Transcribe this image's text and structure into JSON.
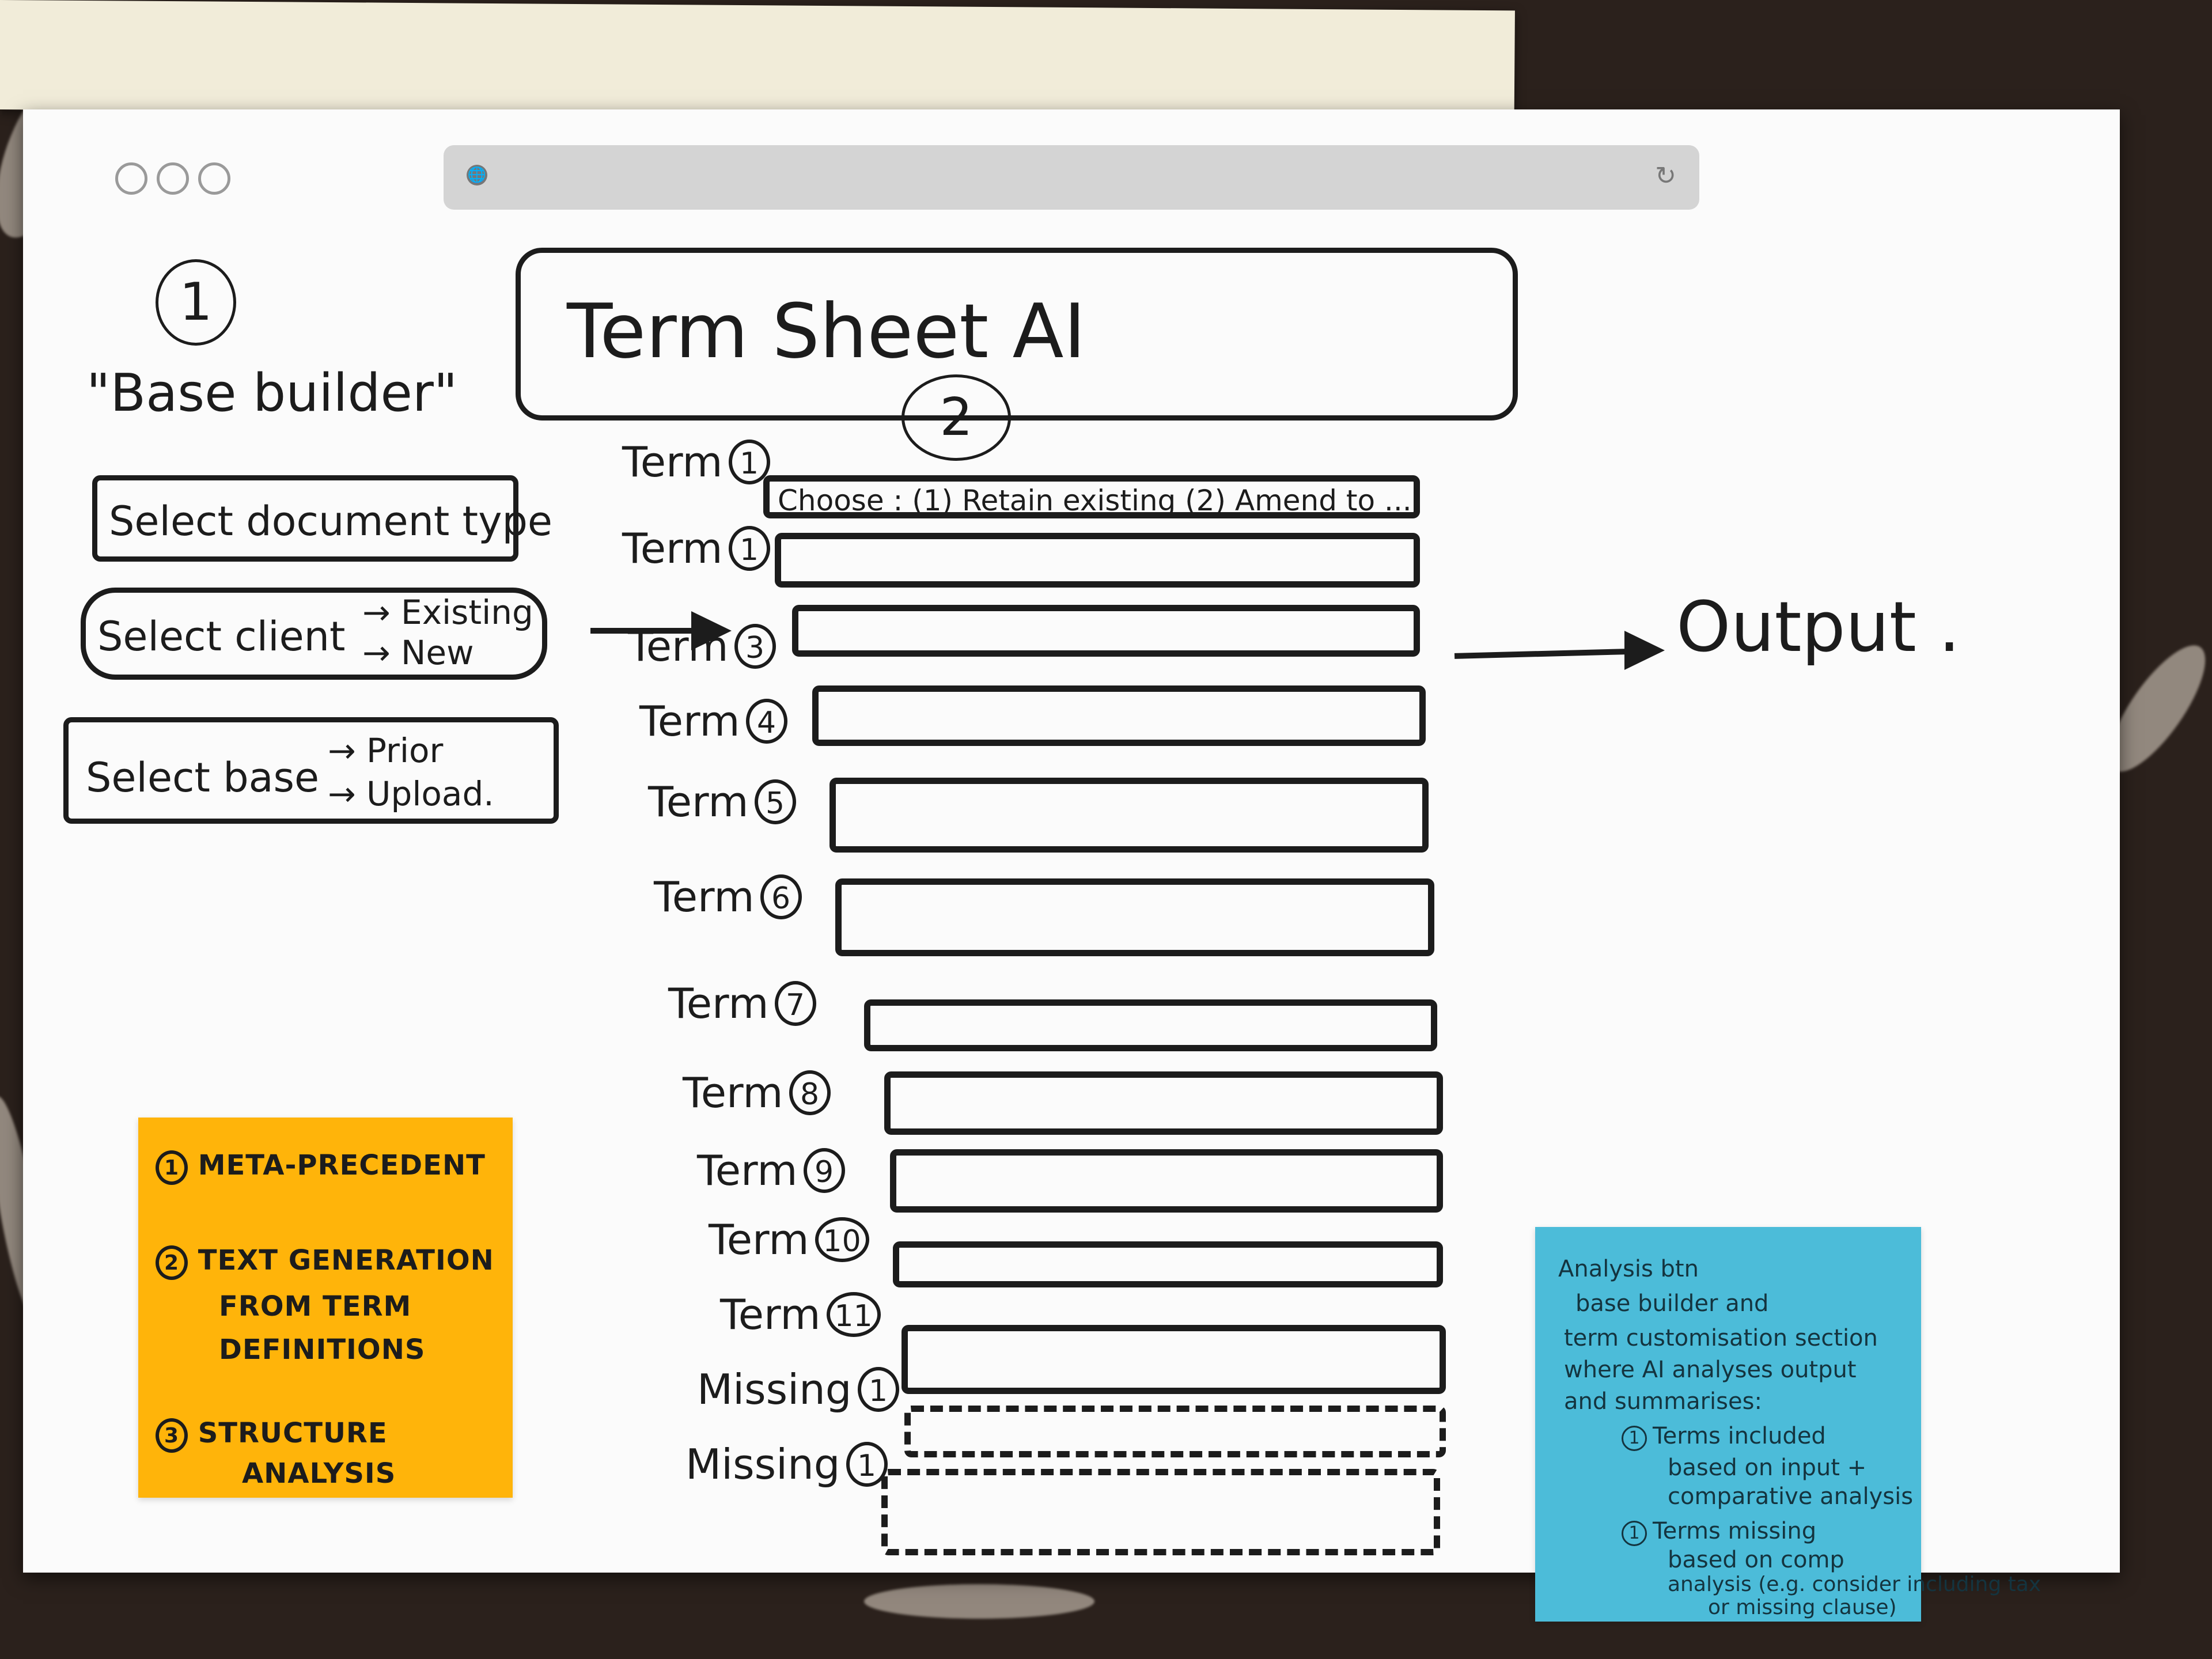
{
  "browser": {
    "globe_icon": "🌐",
    "reload_icon": "↻"
  },
  "step1_marker": "1",
  "step2_marker": "2",
  "base_builder": {
    "heading": "\"Base builder\"",
    "select_document_type": "Select document type",
    "select_client": "Select client",
    "client_options": [
      "Existing",
      "New"
    ],
    "select_base": "Select base",
    "base_options": [
      "Prior",
      "Upload."
    ]
  },
  "title": "Term Sheet AI",
  "terms": [
    {
      "label": "Term",
      "num": "1",
      "content": "Choose : (1) Retain existing (2) Amend to ...."
    },
    {
      "label": "Term",
      "num": "1",
      "content": ""
    },
    {
      "label": "Term",
      "num": "3",
      "content": ""
    },
    {
      "label": "Term",
      "num": "4",
      "content": ""
    },
    {
      "label": "Term",
      "num": "5",
      "content": ""
    },
    {
      "label": "Term",
      "num": "6",
      "content": ""
    },
    {
      "label": "Term",
      "num": "7",
      "content": ""
    },
    {
      "label": "Term",
      "num": "8",
      "content": ""
    },
    {
      "label": "Term",
      "num": "9",
      "content": ""
    },
    {
      "label": "Term",
      "num": "10",
      "content": ""
    },
    {
      "label": "Term",
      "num": "11",
      "content": ""
    }
  ],
  "missing": [
    {
      "label": "Missing",
      "num": "1"
    },
    {
      "label": "Missing",
      "num": "1"
    }
  ],
  "output_label": "Output .",
  "yellow_note": {
    "line1": "META-PRECEDENT",
    "line2a": "TEXT GENERATION",
    "line2b": "FROM TERM",
    "line2c": "DEFINITIONS",
    "line3a": "STRUCTURE",
    "line3b": "ANALYSIS",
    "nums": [
      "1",
      "2",
      "3"
    ]
  },
  "blue_note": {
    "l1": "Analysis btn",
    "l2": "base builder and",
    "l3": "term customisation section",
    "l4": "where AI analyses output",
    "l5": "and summarises:",
    "i1a": "Terms included",
    "i1b": "based on input +",
    "i1c": "comparative analysis",
    "i2a": "Terms missing",
    "i2b": "based on comp",
    "i2c": "analysis (e.g. consider",
    "i2d": "including tax",
    "i2e": "or missing clause)",
    "nums": [
      "1",
      "1"
    ]
  }
}
